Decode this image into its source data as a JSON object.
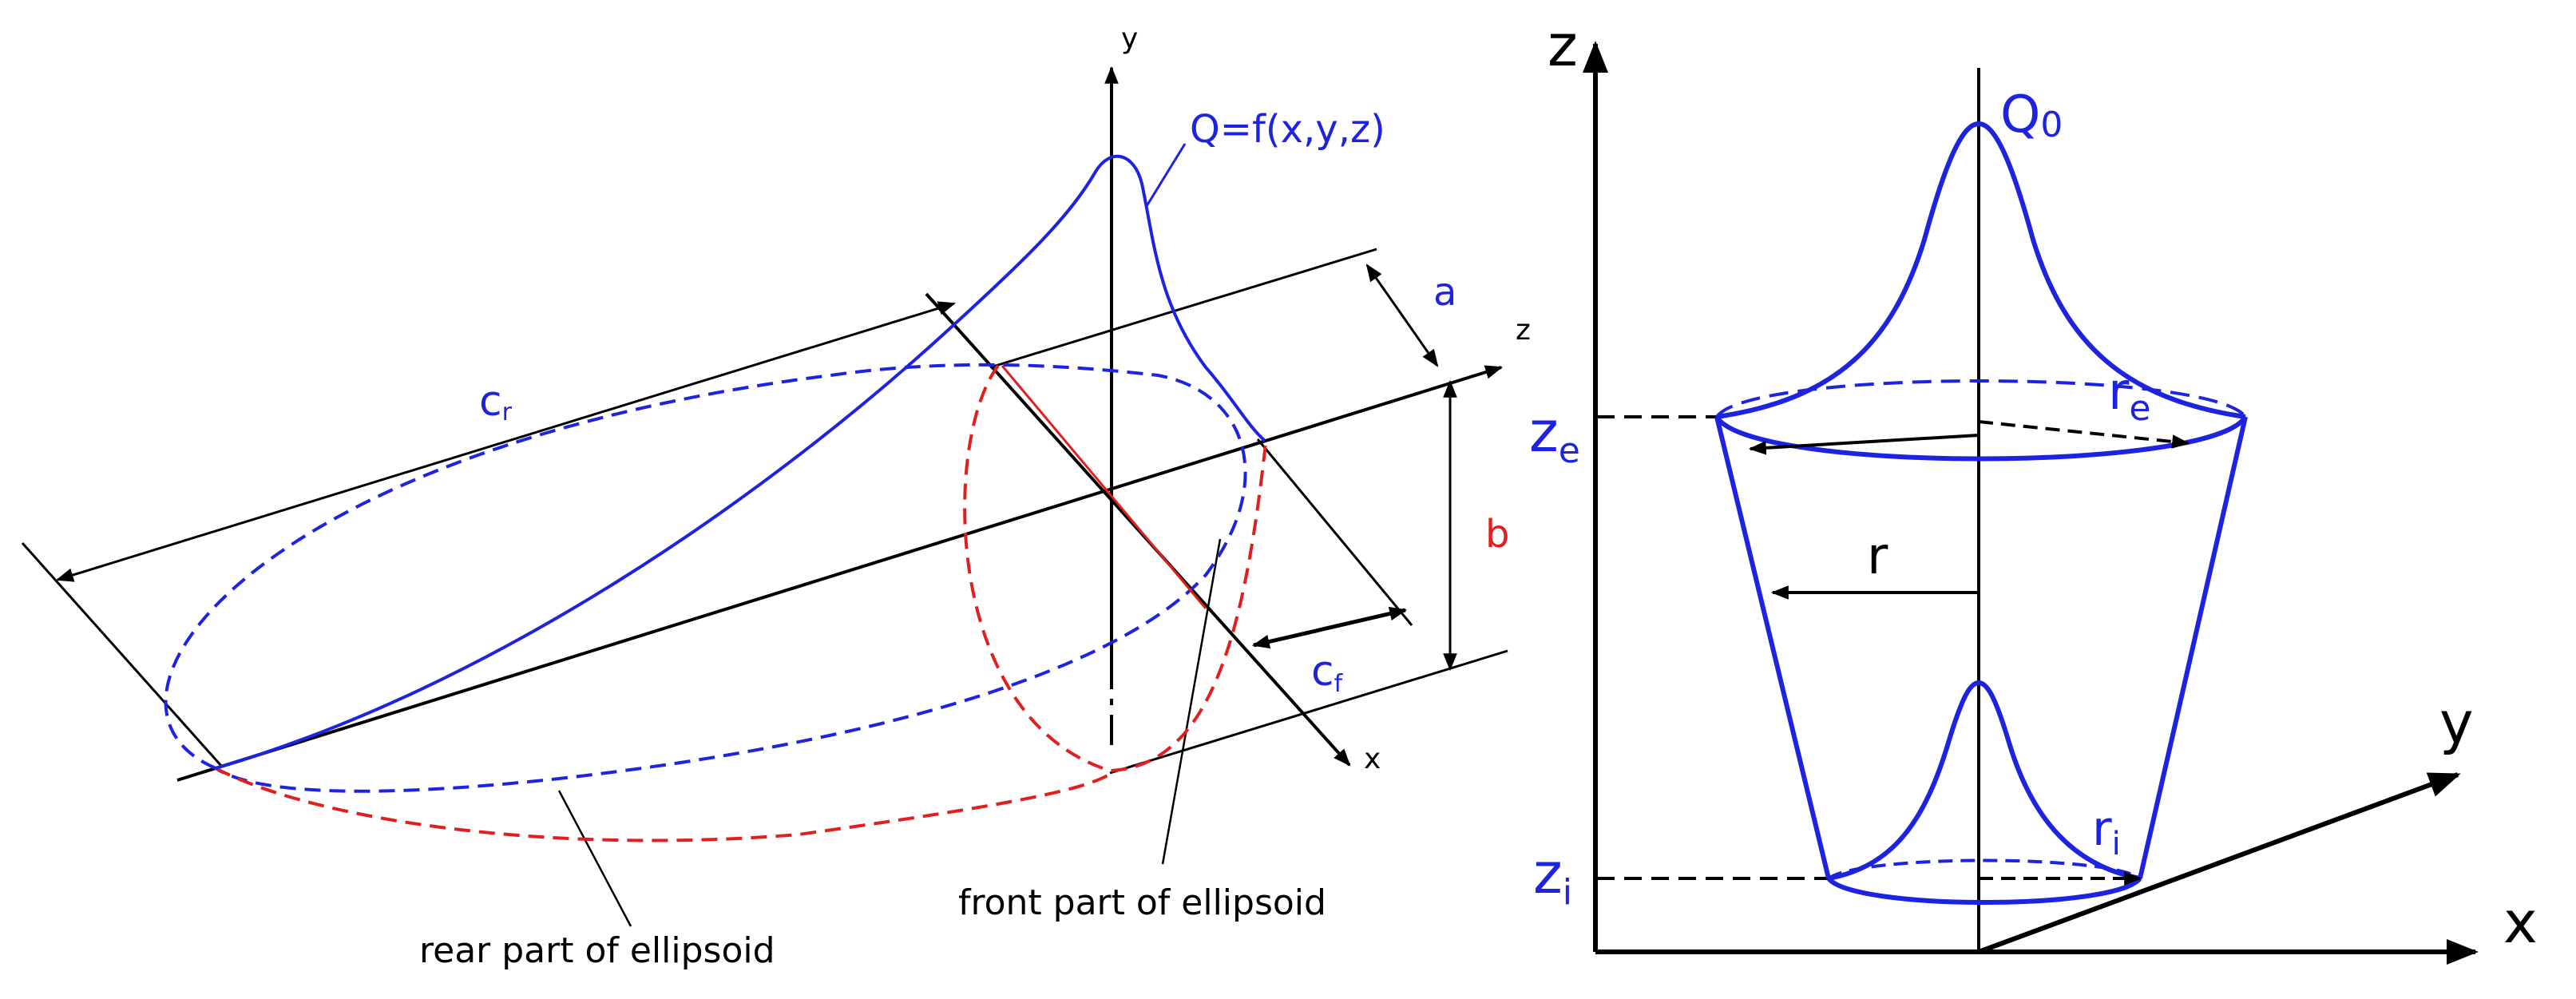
{
  "colors": {
    "black": "#000000",
    "blue": "#1e23e0",
    "red": "#e0201e"
  },
  "left_diagram": {
    "axis_y": "y",
    "axis_z": "z",
    "axis_x": "x",
    "heat_function": "Q=f(x,y,z)",
    "dim_a": "a",
    "dim_b": "b",
    "dim_cr_main": "c",
    "dim_cr_sub": "r",
    "dim_cf_main": "c",
    "dim_cf_sub": "f",
    "front_label": "front part of ellipsoid",
    "rear_label": "rear part of ellipsoid"
  },
  "right_diagram": {
    "axis_z": "z",
    "axis_y": "y",
    "axis_x": "x",
    "peak_main": "Q",
    "peak_sub": "0",
    "ze_main": "z",
    "ze_sub": "e",
    "zi_main": "z",
    "zi_sub": "i",
    "re_main": "r",
    "re_sub": "e",
    "ri_main": "r",
    "ri_sub": "i",
    "r_label": "r"
  }
}
